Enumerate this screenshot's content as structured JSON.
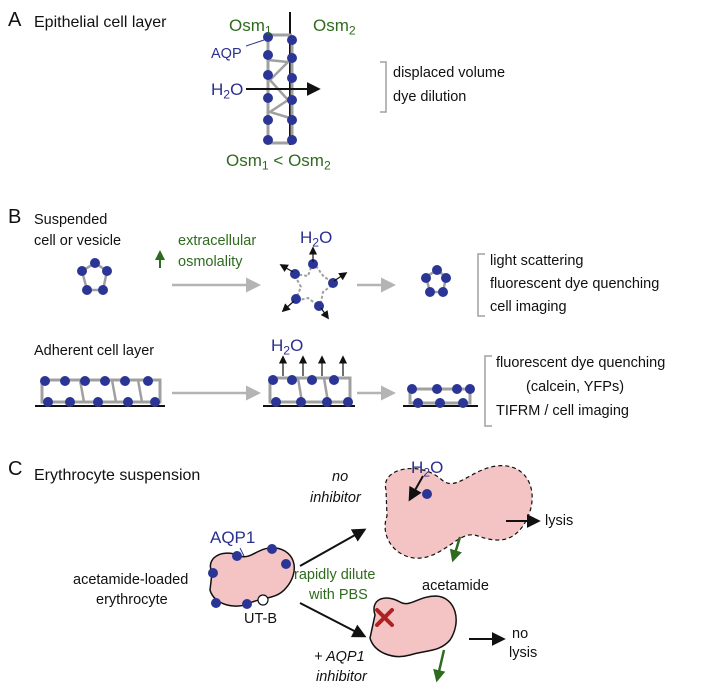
{
  "panel_a": {
    "letter": "A",
    "title": "Epithelial cell layer",
    "osm1": "Osm",
    "osm1_sub": "1",
    "osm2": "Osm",
    "osm2_sub": "2",
    "aqp": "AQP",
    "water": "H",
    "water_sub": "2",
    "water_tail": "O",
    "bottom_left": "Osm",
    "bottom_left_sub": "1",
    "bottom_lt": " < ",
    "bottom_right": "Osm",
    "bottom_right_sub": "2",
    "readouts": [
      "displaced volume",
      "dye dilution"
    ]
  },
  "panel_b": {
    "letter": "B",
    "suspended_line1": "Suspended",
    "suspended_line2": "cell or vesicle",
    "stimulus_line1": "extracellular",
    "stimulus_line2": "osmolality",
    "water": "H",
    "water_sub": "2",
    "water_tail": "O",
    "readouts_suspended": [
      "light scattering",
      "fluorescent dye quenching",
      "cell imaging"
    ],
    "adherent_title": "Adherent cell layer",
    "water2": "H",
    "water2_sub": "2",
    "water2_tail": "O",
    "readouts_adherent": [
      "fluorescent dye quenching",
      "(calcein, YFPs)",
      "TIFRM / cell imaging"
    ]
  },
  "panel_c": {
    "letter": "C",
    "title": "Erythrocyte suspension",
    "no_inhibitor_line1": "no",
    "no_inhibitor_line2": "inhibitor",
    "water": "H",
    "water_sub": "2",
    "water_tail": "O",
    "lysis": "lysis",
    "aqp1": "AQP1",
    "cell_line1": "acetamide-loaded",
    "cell_line2": "erythrocyte",
    "dilute_line1": "rapidly dilute",
    "dilute_line2": "with PBS",
    "acetamide": "acetamide",
    "utb": "UT-B",
    "inhib_line1": "+ AQP1",
    "inhib_line2": "inhibitor",
    "no_lysis_line1": "no",
    "no_lysis_line2": "lysis"
  },
  "colors": {
    "dot": "#2b3596",
    "membrane": "#a0a0a0",
    "arrow_gray": "#b4b4b4",
    "green": "#2e6b1e",
    "cell_fill": "#f4c4c4",
    "red_x": "#b02020"
  }
}
